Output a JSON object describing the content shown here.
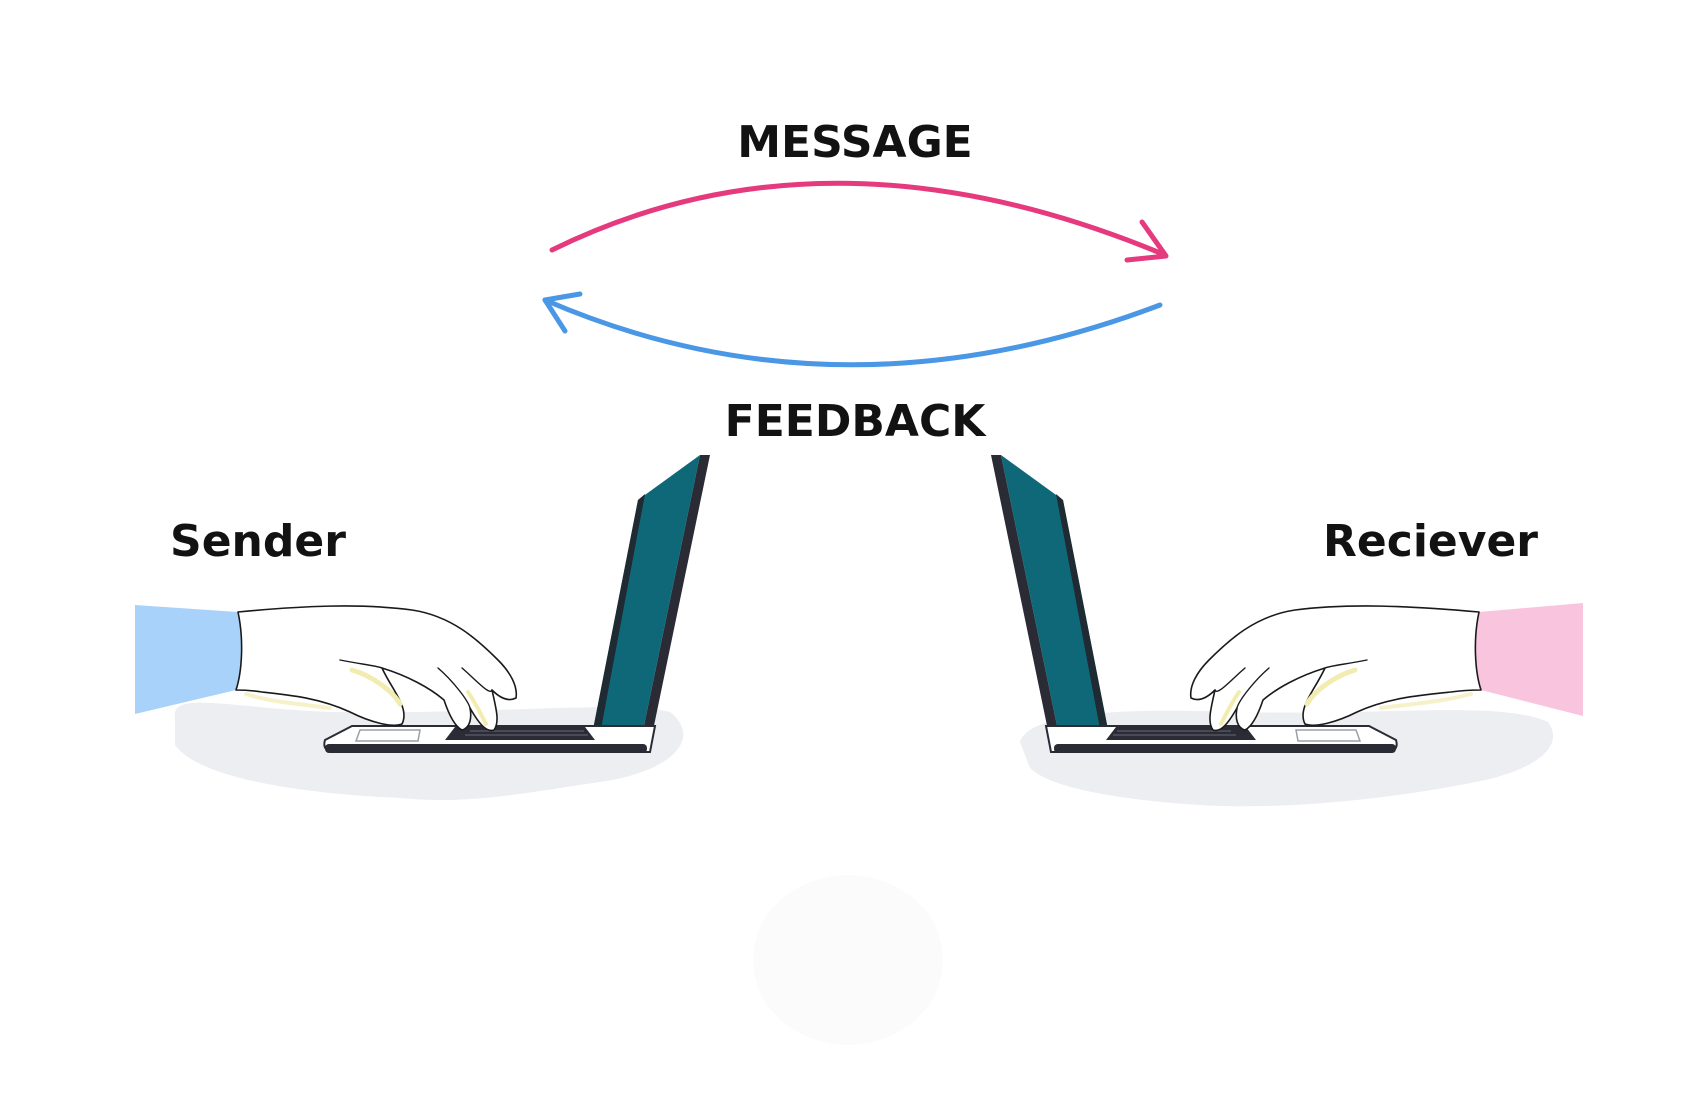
{
  "labels": {
    "message": "MESSAGE",
    "feedback": "FEEDBACK",
    "sender": "Sender",
    "receiver": "Reciever"
  },
  "colors": {
    "message_arrow": "#e53a7e",
    "feedback_arrow": "#4a97e6",
    "sender_sleeve": "#a8d2fa",
    "receiver_sleeve": "#f9c4de",
    "laptop_body": "#2b2b36",
    "laptop_screen": "#0e6877",
    "shadow": "#eceef2"
  }
}
